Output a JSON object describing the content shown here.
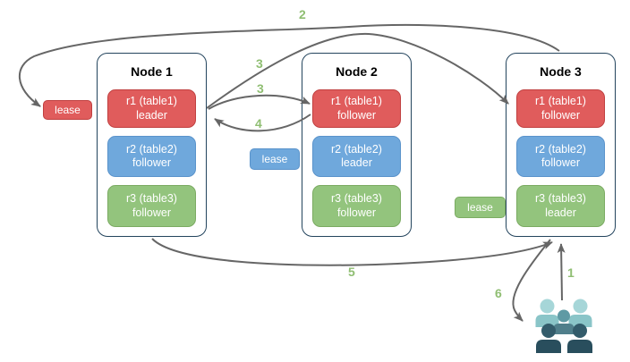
{
  "diagram": {
    "title": "range-lease replication diagram",
    "nodes": [
      {
        "title": "Node 1",
        "replicas": [
          {
            "name": "r1 (table1)",
            "role": "leader",
            "color": "#e05c5c"
          },
          {
            "name": "r2 (table2)",
            "role": "follower",
            "color": "#6fa8dc"
          },
          {
            "name": "r3 (table3)",
            "role": "follower",
            "color": "#93c47d"
          }
        ]
      },
      {
        "title": "Node 2",
        "replicas": [
          {
            "name": "r1 (table1)",
            "role": "follower",
            "color": "#e05c5c"
          },
          {
            "name": "r2 (table2)",
            "role": "leader",
            "color": "#6fa8dc"
          },
          {
            "name": "r3 (table3)",
            "role": "follower",
            "color": "#93c47d"
          }
        ]
      },
      {
        "title": "Node 3",
        "replicas": [
          {
            "name": "r1 (table1)",
            "role": "follower",
            "color": "#e05c5c"
          },
          {
            "name": "r2 (table2)",
            "role": "follower",
            "color": "#6fa8dc"
          },
          {
            "name": "r3 (table3)",
            "role": "leader",
            "color": "#93c47d"
          }
        ]
      }
    ],
    "leases": [
      {
        "text": "lease",
        "variant": "red",
        "color": "#e05c5c"
      },
      {
        "text": "lease",
        "variant": "blue",
        "color": "#6fa8dc"
      },
      {
        "text": "lease",
        "variant": "green",
        "color": "#93c47d"
      }
    ],
    "step_labels": [
      "1",
      "2",
      "3",
      "3",
      "4",
      "5",
      "6"
    ],
    "icons": {
      "users_group": "users-group-icon"
    },
    "colors": {
      "node_border": "#23445d",
      "arrow": "#666666",
      "step_label": "#8fbe72",
      "replica_red": "#e05c5c",
      "replica_blue": "#6fa8dc",
      "replica_green": "#93c47d",
      "users_light": "#8ac5c8",
      "users_medium": "#507f8b",
      "users_dark": "#294e5d",
      "background": "#ffffff"
    }
  }
}
